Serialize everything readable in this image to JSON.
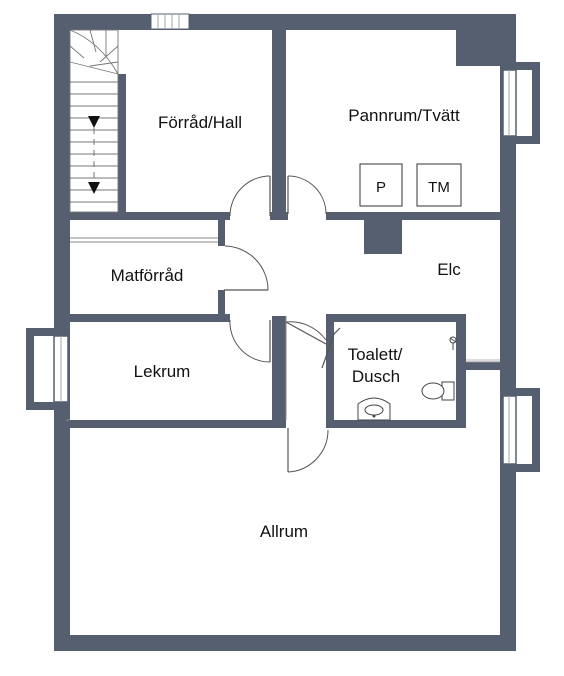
{
  "rooms": {
    "forrad_hall": "Förråd/Hall",
    "pannrum_tvatt": "Pannrum/Tvätt",
    "matforrad": "Matförråd",
    "elc": "Elc",
    "lekrum": "Lekrum",
    "toalett_line1": "Toalett/",
    "toalett_line2": "Dusch",
    "allrum": "Allrum"
  },
  "appliances": {
    "p": "P",
    "tm": "TM"
  },
  "colors": {
    "wall": "#555f70",
    "background": "#ffffff"
  },
  "icons": [
    "stair-arrow-icon",
    "toilet-icon",
    "sink-icon",
    "shower-icon"
  ]
}
